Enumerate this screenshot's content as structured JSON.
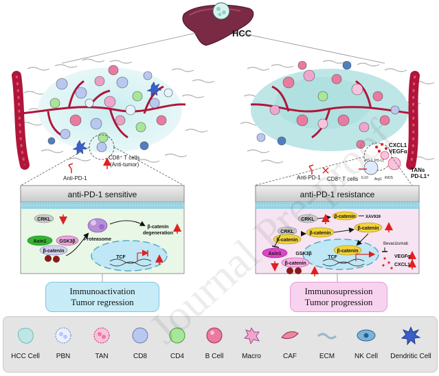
{
  "top": {
    "label": "HCC"
  },
  "left": {
    "cell_label_line1": "CD8⁺ T cells",
    "cell_label_line2": "(Anti-tumor)",
    "drug_label": "Anti-PD-1",
    "panel_title": "anti-PD-1 sensitive",
    "proteins": {
      "crkl": "CRKL",
      "axin1": "Axin1",
      "gsk3b": "GSK3β",
      "bcatenin": "β-catenin",
      "proteasome": "Proteasome",
      "degeneration_line1": "β-catenin",
      "degeneration_line2": "degeneration",
      "tcf": "TCF"
    },
    "outcome_line1": "Immunoactivation",
    "outcome_line2": "Tumor regression"
  },
  "right": {
    "cytokine_line1": "CXCL1",
    "cytokine_line2": "VEGFα",
    "pd1": "PD-1",
    "pdl1": "PD-L1",
    "il10": "IL10",
    "arg1": "Arg1",
    "inos": "iNOS",
    "tans_line1": "TANs",
    "tans_line2": "PD-L1⁺",
    "cd8_label": "CD8⁺ T cells",
    "drug_label": "Anti-PD-1",
    "panel_title": "anti-PD-1 resistance",
    "proteins": {
      "crkl_top": "CRKL",
      "crkl_mid": "CRKL",
      "bcatenin_top": "β-catenin",
      "xav939": "XAV939",
      "bcatenin_mid": "β-catenin",
      "bcatenin_crkl": "β-catenin",
      "bcatenin_right": "β-catenin",
      "axin1": "Axin1",
      "gsk3b": "GSK3β",
      "bcatenin_low": "β-catenin",
      "bcatenin_nuc": "β-catenin",
      "tcf": "TCF",
      "bevacizumab": "Bevacizumab",
      "vegfa": "VEGFα",
      "cxcl1": "CXCL1"
    },
    "outcome_line1": "Immunosupression",
    "outcome_line2": "Tumor progression"
  },
  "legend": [
    {
      "name": "HCC Cell"
    },
    {
      "name": "PBN"
    },
    {
      "name": "TAN"
    },
    {
      "name": "CD8"
    },
    {
      "name": "CD4"
    },
    {
      "name": "B Cell"
    },
    {
      "name": "Macro"
    },
    {
      "name": "CAF"
    },
    {
      "name": "ECM"
    },
    {
      "name": "NK Cell"
    },
    {
      "name": "Dendritic Cell"
    }
  ],
  "watermark": "Journal Pre-proof",
  "colors": {
    "vessel": "#b0153a",
    "liver": "#7a2a44",
    "panel_header": "#d6d6d6",
    "membrane": "#9fd7e6",
    "left_panel_bg": "#e9f7e6",
    "right_panel_bg": "#f6e4f2",
    "left_box_bg": "#c7ecf8",
    "right_box_bg": "#f8d3ef",
    "increase_arrow": "#e02020"
  }
}
